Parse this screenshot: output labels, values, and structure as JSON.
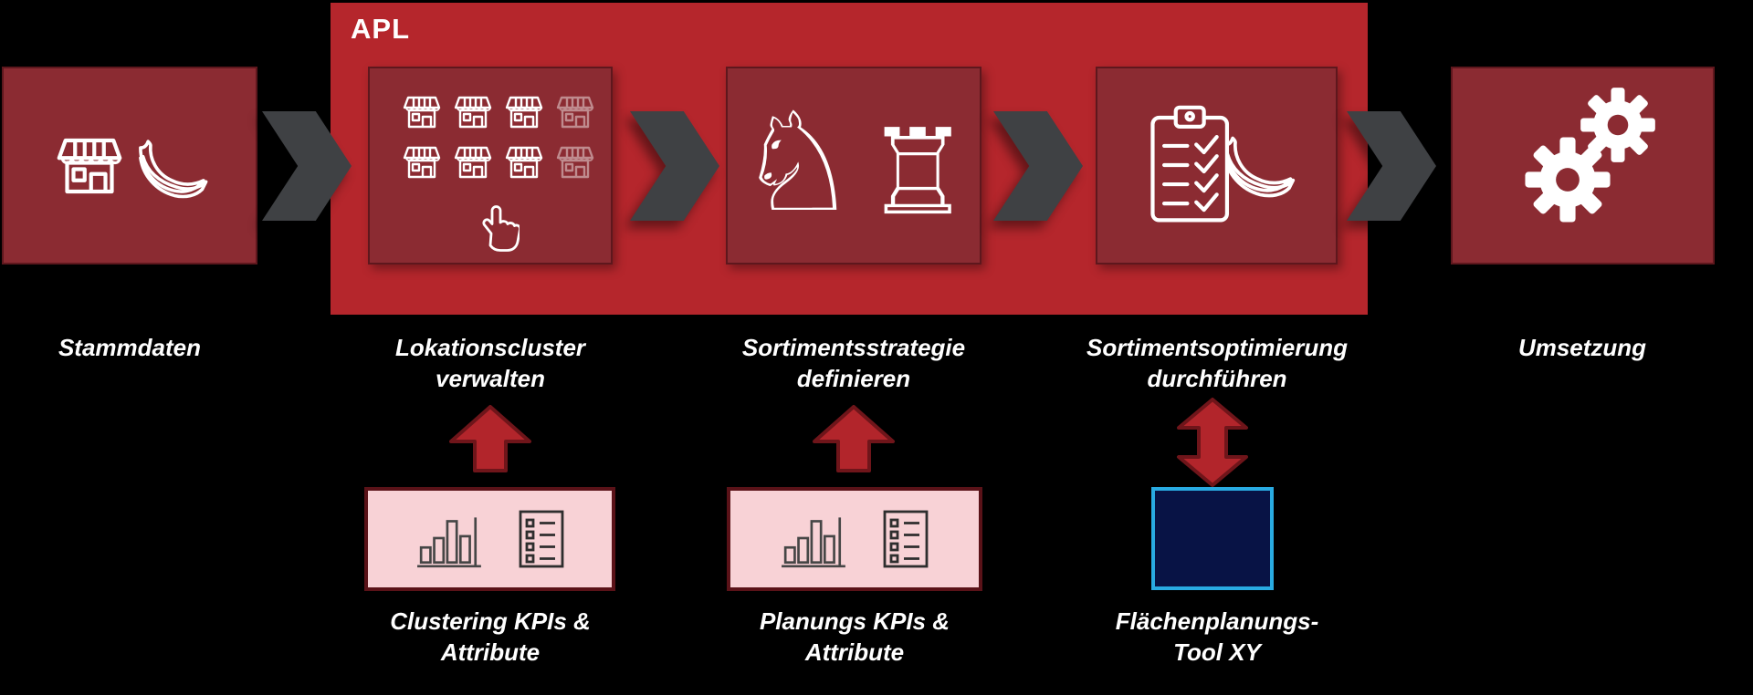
{
  "apl": {
    "label": "APL"
  },
  "steps": [
    {
      "label": "Stammdaten",
      "icon": "store-banana-icon",
      "in_apl": false
    },
    {
      "label": "Lokationscluster\nverwalten",
      "icon": "store-grid-cursor-icon",
      "in_apl": true
    },
    {
      "label": "Sortimentsstrategie\ndefinieren",
      "icon": "chess-strategy-icon",
      "in_apl": true
    },
    {
      "label": "Sortimentsoptimierung\ndurchführen",
      "icon": "clipboard-checklist-banana-icon",
      "in_apl": true
    },
    {
      "label": "Umsetzung",
      "icon": "gears-icon",
      "in_apl": false
    }
  ],
  "chess_glyphs": {
    "knight": "♘",
    "rook": "♖"
  },
  "inputs": [
    {
      "label": "Clustering KPIs &\nAttribute",
      "icons": [
        "bar-chart-icon",
        "checklist-icon"
      ],
      "arrow": "up",
      "box_style": "pink"
    },
    {
      "label": "Planungs KPIs &\nAttribute",
      "icons": [
        "bar-chart-icon",
        "checklist-icon"
      ],
      "arrow": "up",
      "box_style": "pink"
    },
    {
      "label": "Flächenplanungs-\nTool XY",
      "icons": [],
      "arrow": "up-down",
      "box_style": "navy"
    }
  ],
  "colors": {
    "background": "#000000",
    "apl_red": "#B5262C",
    "step_maroon": "#8B2B32",
    "chevron_gray": "#3F4144",
    "arrow_red": "#B2252B",
    "arrow_border": "#6F151A",
    "pink_fill": "#F8D2D6",
    "pink_border": "#5A1218",
    "navy_fill": "#081345",
    "cyan_border": "#29ABE2",
    "icon_white": "#FFFFFF",
    "text": "#FFFFFF"
  }
}
